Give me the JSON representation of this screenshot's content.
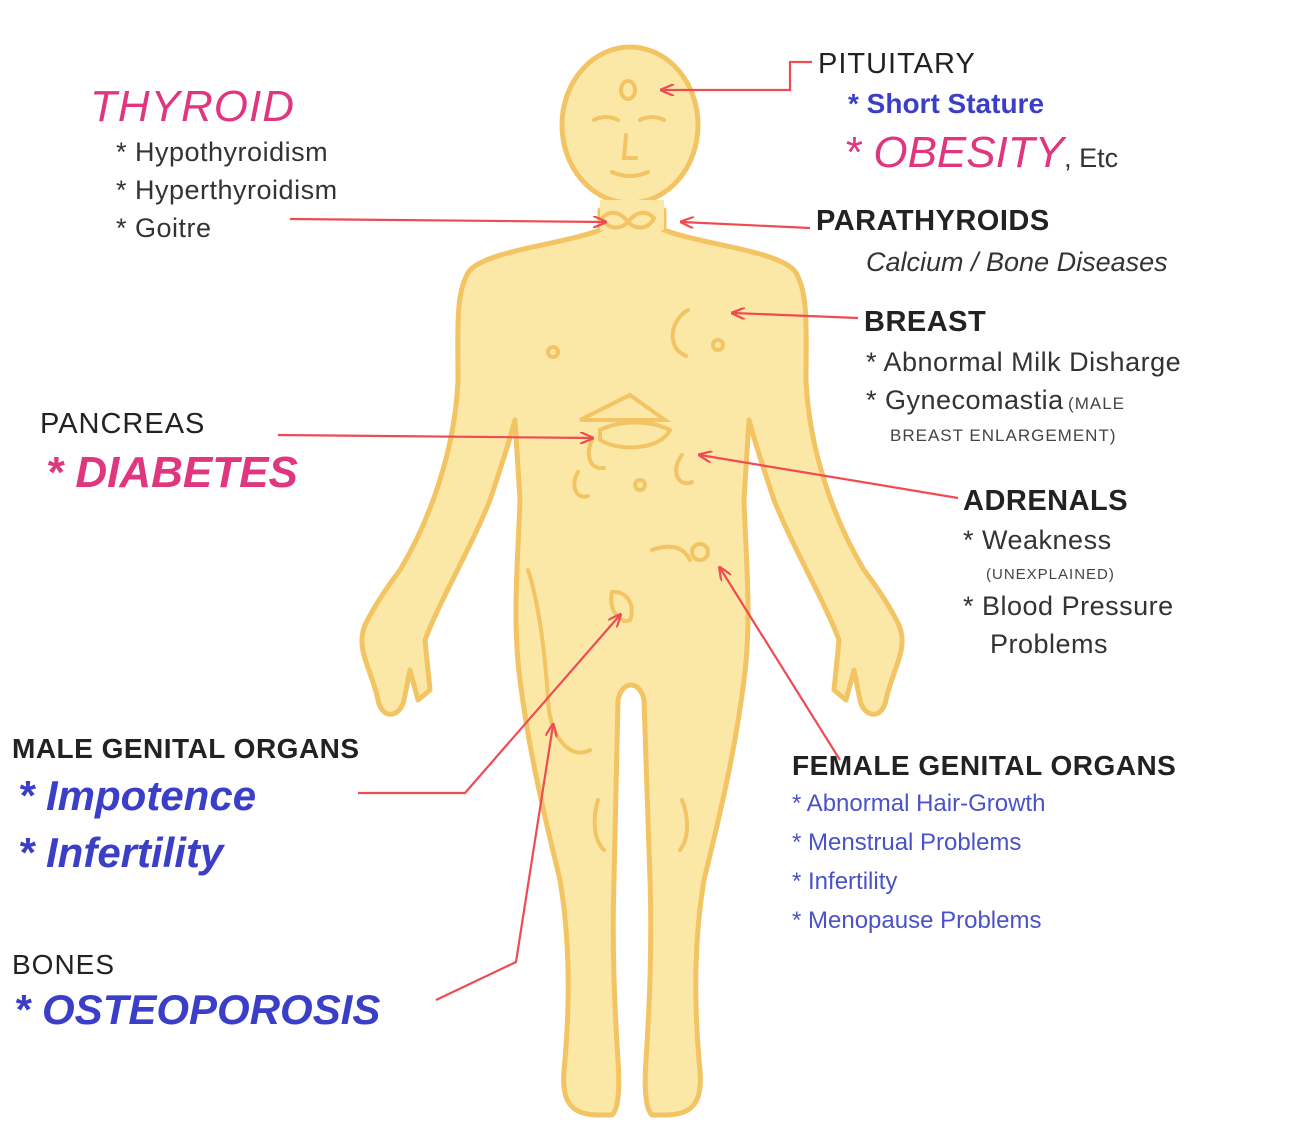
{
  "colors": {
    "body_fill": "#fbe7a6",
    "body_outline": "#f3c463",
    "arrow": "#ee4b52",
    "pink": "#e0357f",
    "blue": "#3b3fc8"
  },
  "top_fragment": "",
  "thyroid": {
    "title": "THYROID",
    "items": [
      "* Hypothyroidism",
      "* Hyperthyroidism",
      "* Goitre"
    ]
  },
  "pituitary": {
    "title": "PITUITARY",
    "items": [
      "* Short Stature",
      "* OBESITY"
    ],
    "suffix": ", Etc"
  },
  "parathyroids": {
    "title": "PARATHYROIDS",
    "subtitle": "Calcium / Bone Diseases"
  },
  "breast": {
    "title": "BREAST",
    "items": [
      "* Abnormal Milk Disharge",
      "* Gynecomastia"
    ],
    "note": "(MALE",
    "note2": "BREAST ENLARGEMENT)"
  },
  "pancreas": {
    "title": "PANCREAS",
    "items": [
      "* DIABETES"
    ]
  },
  "adrenals": {
    "title": "ADRENALS",
    "items": [
      "* Weakness",
      "* Blood Pressure",
      "Problems"
    ],
    "note": "(UNEXPLAINED)"
  },
  "male_genital": {
    "title": "MALE GENITAL ORGANS",
    "items": [
      "* Impotence",
      "* Infertility"
    ]
  },
  "female_genital": {
    "title": "FEMALE GENITAL ORGANS",
    "items": [
      "* Abnormal Hair-Growth",
      "* Menstrual Problems",
      "* Infertility",
      "* Menopause Problems"
    ]
  },
  "bones": {
    "title": "BONES",
    "items": [
      "* OSTEOPOROSIS"
    ]
  }
}
